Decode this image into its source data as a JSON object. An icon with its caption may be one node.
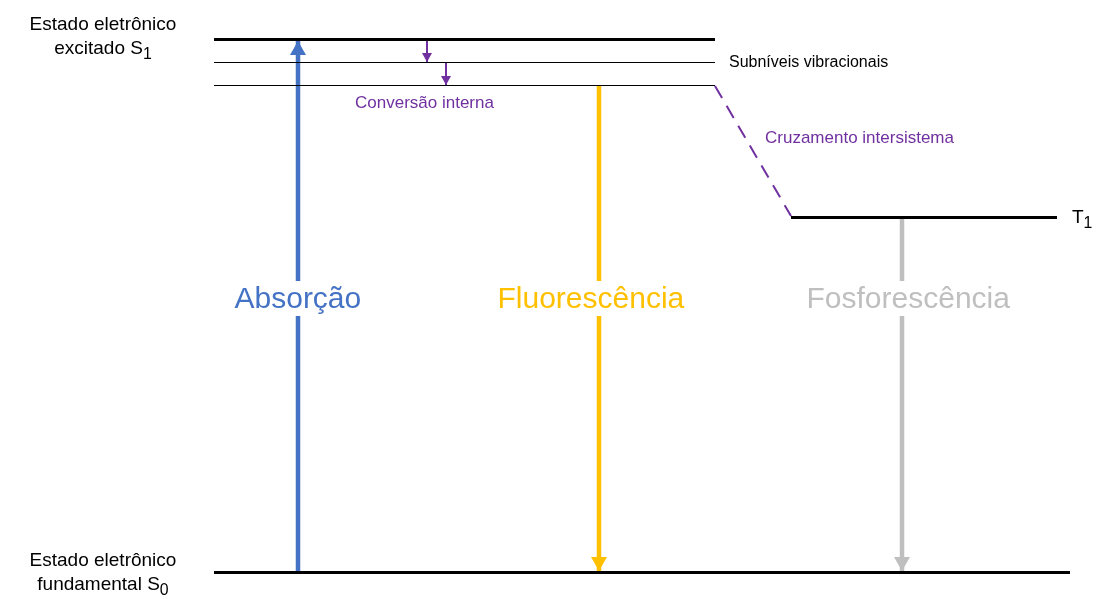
{
  "diagram": {
    "nodes": [
      {
        "text": [],
        "shape": "bar",
        "beside": [
          "Estado eletrônico excitado S$_{1}$"
        ]
      },
      {
        "text": [],
        "shape": "bar",
        "beside": [
          "Subníveis vibracionais"
        ]
      },
      {
        "text": [],
        "shape": "bar"
      },
      {
        "text": [],
        "shape": "bar",
        "beside": [
          "T$_{1}$"
        ]
      },
      {
        "text": [],
        "shape": "bar",
        "beside": [
          "Estado eletrônico fundamental S$_{0}$"
        ]
      }
    ],
    "edges": [
      {
        "from": 4,
        "to": 0,
        "arrow": "to",
        "label": "Absorção",
        "style": "thick",
        "color": "#4472c4"
      },
      {
        "from": 2,
        "to": 4,
        "arrow": "to",
        "label": "Fluorescência",
        "style": "thick",
        "color": "#ffc000"
      },
      {
        "from": 3,
        "to": 4,
        "arrow": "to",
        "label": "Fosforescência",
        "style": "thick",
        "color": "#bfbfbf"
      },
      {
        "from": 0,
        "to": 1,
        "arrow": "to",
        "color": "#7030a0"
      },
      {
        "from": 1,
        "to": 2,
        "arrow": "to",
        "color": "#7030a0"
      },
      {
        "from": 2,
        "to": 3,
        "arrow": "none",
        "label": "Cruzamento intersistema",
        "style": "dashed",
        "color": "#7030a0"
      }
    ],
    "labels": [
      "Conversão interna"
    ]
  }
}
